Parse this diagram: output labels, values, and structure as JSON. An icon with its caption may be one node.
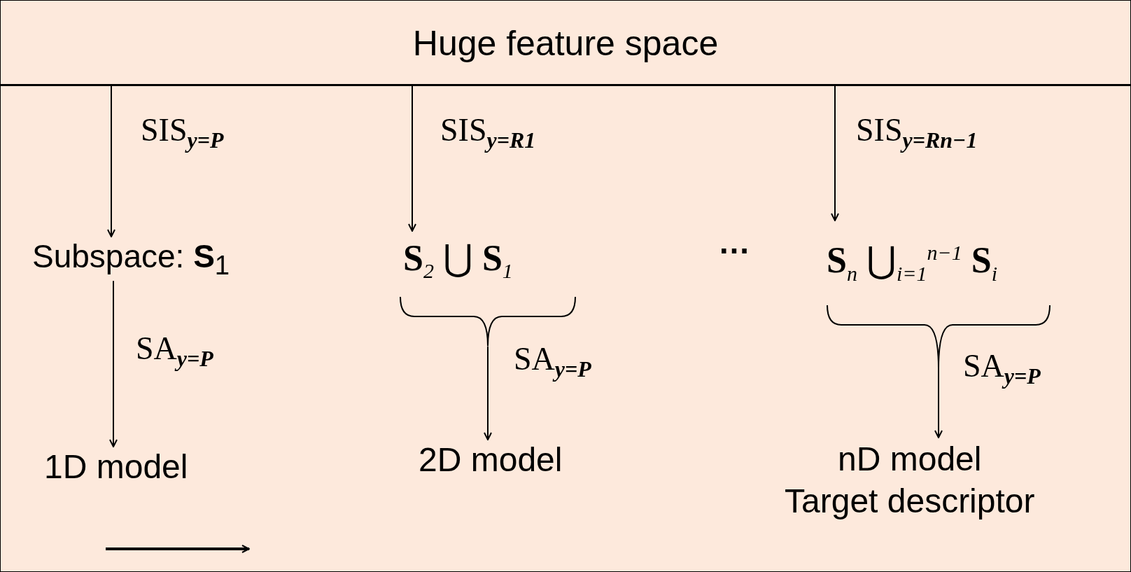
{
  "diagram": {
    "nodes": [
      {
        "text": [
          "Huge feature space"
        ]
      },
      {
        "text": [
          "Subspace: **S**$_{1}$"
        ]
      },
      {
        "text": [
          "**S**$_{2}$ ⋃ **S**$_{1}$"
        ]
      },
      {
        "text": [
          "**S**$_{n}$ ⋃$_{i=1}$$^{n−1}$ **S**$_{i}$"
        ]
      },
      {
        "text": [
          "1D model"
        ]
      },
      {
        "text": [
          "2D model"
        ]
      },
      {
        "text": [
          "nD model",
          "Target descriptor"
        ]
      }
    ],
    "edges": [
      {
        "from": 0,
        "to": 1,
        "arrow": "to",
        "label": "SIS$_{y=P}$"
      },
      {
        "from": 0,
        "to": 2,
        "arrow": "to",
        "label": "SIS$_{y=R1}$"
      },
      {
        "from": 0,
        "to": 3,
        "arrow": "to",
        "label": "SIS$_{y=Rn−1}$"
      },
      {
        "from": 1,
        "to": 4,
        "arrow": "to",
        "label": "SA$_{y=P}$"
      },
      {
        "from": 2,
        "to": 5,
        "arrow": "to",
        "label": "SA$_{y=P}$"
      },
      {
        "from": 3,
        "to": 6,
        "arrow": "to",
        "label": "SA$_{y=P}$"
      }
    ],
    "labels": [
      "…"
    ]
  }
}
